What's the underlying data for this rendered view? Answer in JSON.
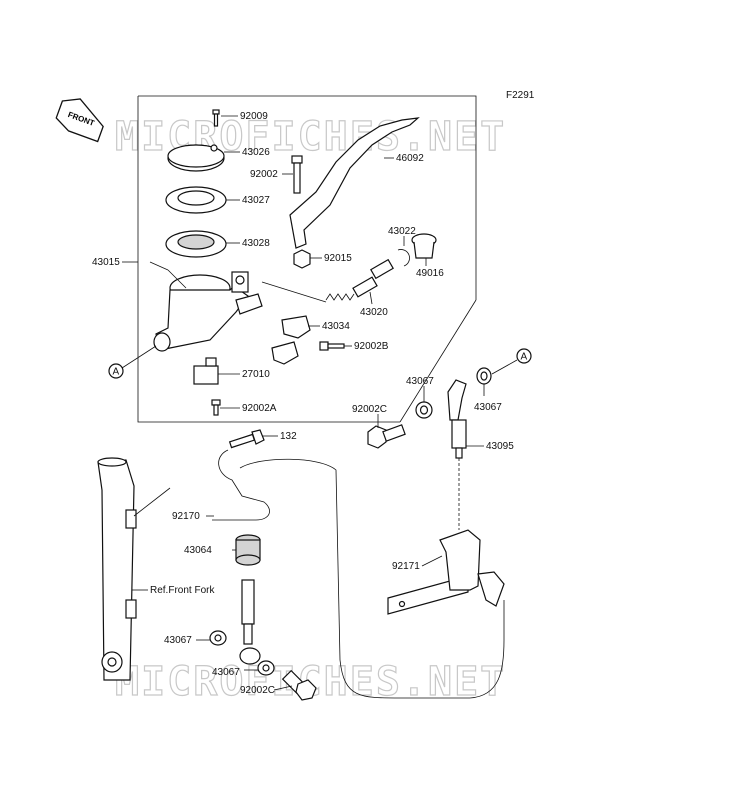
{
  "diagram": {
    "figure_id": "F2291",
    "watermark": "MICROFICHES.NET",
    "front_label": "FRONT",
    "ref_label": "Ref.Front Fork",
    "callout_marker": "A",
    "labels": {
      "p92009": "92009",
      "p43026": "43026",
      "p92002": "92002",
      "p46092": "46092",
      "p43027": "43027",
      "p43028": "43028",
      "p43022": "43022",
      "p49016": "49016",
      "p92015": "92015",
      "p43015": "43015",
      "p43020": "43020",
      "p43034": "43034",
      "p92002B": "92002B",
      "p27010": "27010",
      "p92002A": "92002A",
      "p43067a": "43067",
      "p43067b": "43067",
      "p92002C": "92002C",
      "p43095": "43095",
      "p132": "132",
      "p92170": "92170",
      "p43064": "43064",
      "p92171": "92171",
      "p43067c": "43067",
      "p43067d": "43067",
      "p92002C2": "92002C"
    }
  }
}
